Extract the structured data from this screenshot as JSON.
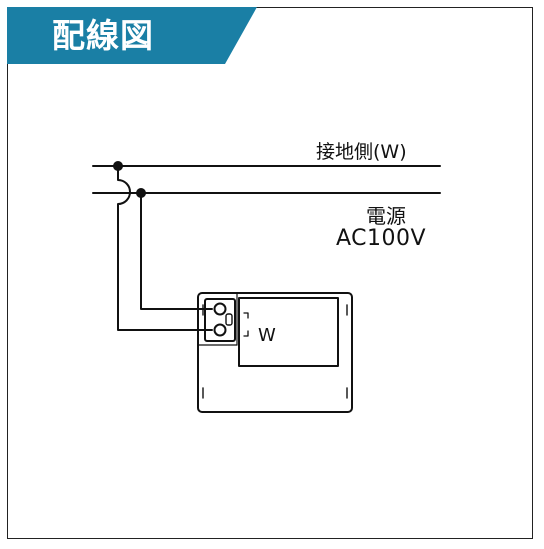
{
  "header": {
    "title": "配線図",
    "band_color": "#1a7fa5"
  },
  "labels": {
    "ground_side": "接地側(W)",
    "power": "電源",
    "voltage": "AC100V",
    "terminal_w": "W"
  },
  "colors": {
    "line": "#111111",
    "frame": "#222222"
  }
}
